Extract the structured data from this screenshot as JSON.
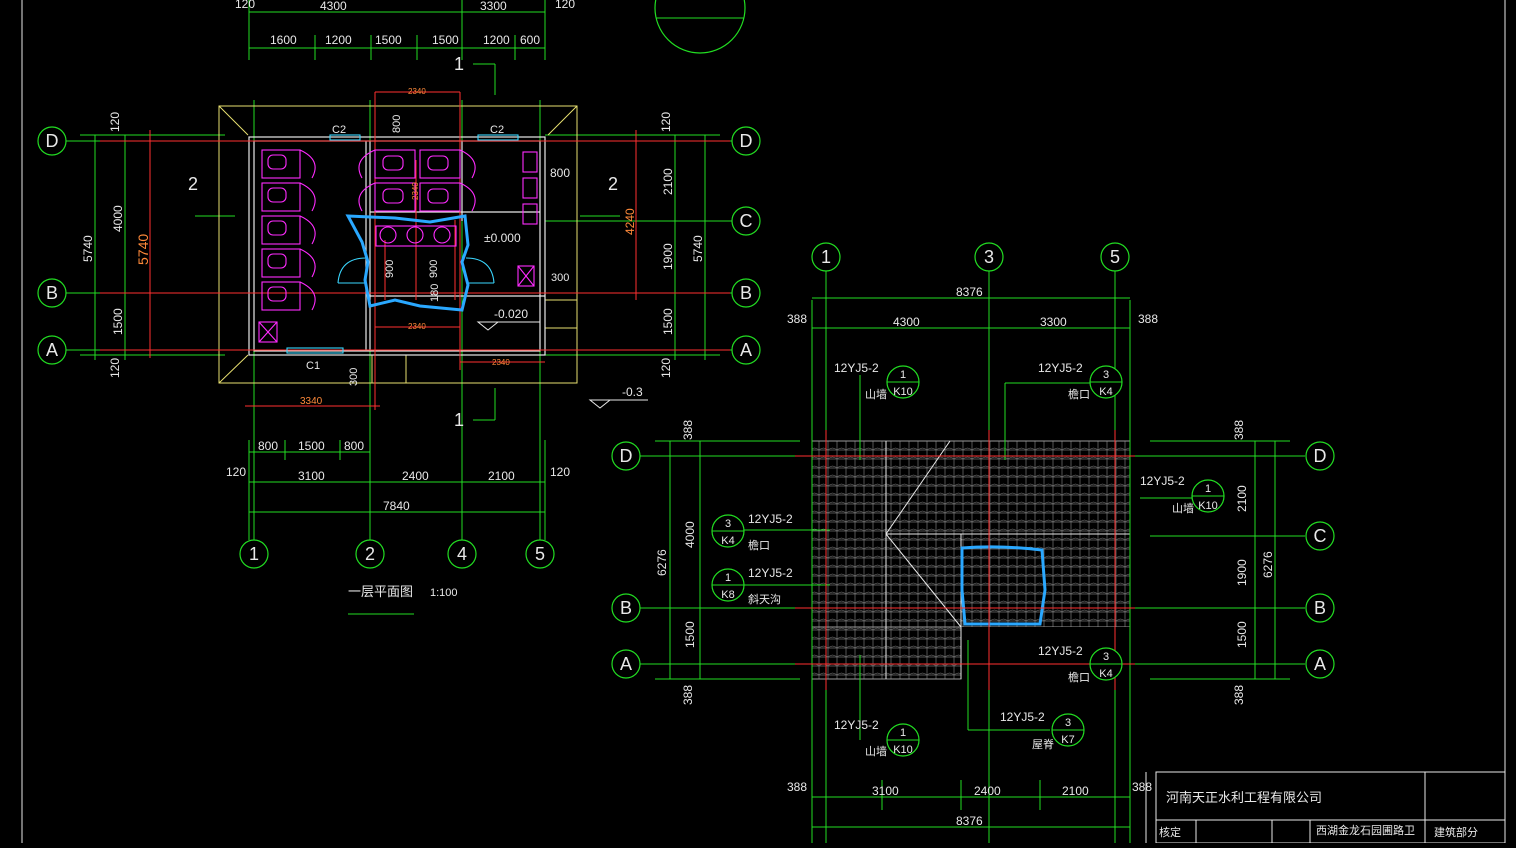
{
  "floor_plan": {
    "title": "一层平面图",
    "scale": "1:100",
    "top_dims_1": [
      "120",
      "4300",
      "3300",
      "120"
    ],
    "top_dims_2": [
      "1600",
      "1200",
      "1500",
      "1500",
      "1200",
      "600"
    ],
    "bottom_dims_1": [
      "800",
      "1500",
      "800"
    ],
    "bottom_dims_2": [
      "120",
      "3100",
      "2400",
      "2100",
      "120"
    ],
    "bottom_total": "7840",
    "left_dims": [
      "120",
      "4000",
      "1500",
      "120"
    ],
    "left_total": "5740",
    "left_total_red": "5740",
    "right_dims": [
      "120",
      "2100",
      "1900",
      "1500",
      "120"
    ],
    "right_total": "5740",
    "right_red": "4240",
    "right_800": "800",
    "elev_0": "±0.000",
    "elev_1": "-0.020",
    "elev_2": "-0.3",
    "win_c1": "C1",
    "win_c2a": "C2",
    "win_c2b": "C2",
    "red_3340": "3340",
    "red_2340a": "2340",
    "red_2340b": "2340",
    "red_2340c": "2340",
    "red_2340d": "2340",
    "dim_300a": "300",
    "dim_300b": "300",
    "dim_800top": "800",
    "section_1_top": "1",
    "section_1_bot": "1",
    "section_2_left": "2",
    "section_2_right": "2",
    "inner_900a": "900",
    "inner_900b": "900",
    "inner_180": "180",
    "axes_h": [
      "D",
      "C",
      "B",
      "A"
    ],
    "axes_v": [
      "1",
      "2",
      "4",
      "5"
    ]
  },
  "roof_plan": {
    "axes_top": [
      "1",
      "3",
      "5"
    ],
    "axes_left": [
      "D",
      "B",
      "A"
    ],
    "axes_right": [
      "D",
      "C",
      "B",
      "A"
    ],
    "top_total": "8376",
    "top_dims": [
      "388",
      "4300",
      "3300",
      "388"
    ],
    "bottom_dims": [
      "388",
      "3100",
      "2400",
      "2100",
      "388"
    ],
    "bottom_total": "8376",
    "left_dims": [
      "388",
      "4000",
      "1500",
      "388"
    ],
    "left_total": "6276",
    "right_dims": [
      "388",
      "2100",
      "1900",
      "1500",
      "388"
    ],
    "right_total": "6276",
    "callouts": [
      {
        "ref": "12YJ5-2",
        "num": "1",
        "sheet": "K10",
        "note": "山墙"
      },
      {
        "ref": "12YJ5-2",
        "num": "3",
        "sheet": "K4",
        "note": "檐口"
      },
      {
        "ref": "12YJ5-2",
        "num": "1",
        "sheet": "K10",
        "note": "山墙"
      },
      {
        "ref": "12YJ5-2",
        "num": "3",
        "sheet": "K4",
        "note": "檐口"
      },
      {
        "ref": "12YJ5-2",
        "num": "1",
        "sheet": "K8",
        "note": "斜天沟"
      },
      {
        "ref": "12YJ5-2",
        "num": "3",
        "sheet": "K4",
        "note": "檐口"
      },
      {
        "ref": "12YJ5-2",
        "num": "1",
        "sheet": "K10",
        "note": "山墙"
      },
      {
        "ref": "12YJ5-2",
        "num": "3",
        "sheet": "K7",
        "note": "屋脊"
      }
    ]
  },
  "title_block": {
    "company": "河南天正水利工程有限公司",
    "row_label": "核定",
    "project": "西湖金龙石园圃路卫",
    "drawing": "建筑部分"
  },
  "colors": {
    "green": "#22dd22",
    "red": "#ff3030",
    "magenta": "#ff2bff",
    "blue_markup": "#2aa8ff",
    "yellow": "#e8e070",
    "white": "#e8e8e8"
  }
}
